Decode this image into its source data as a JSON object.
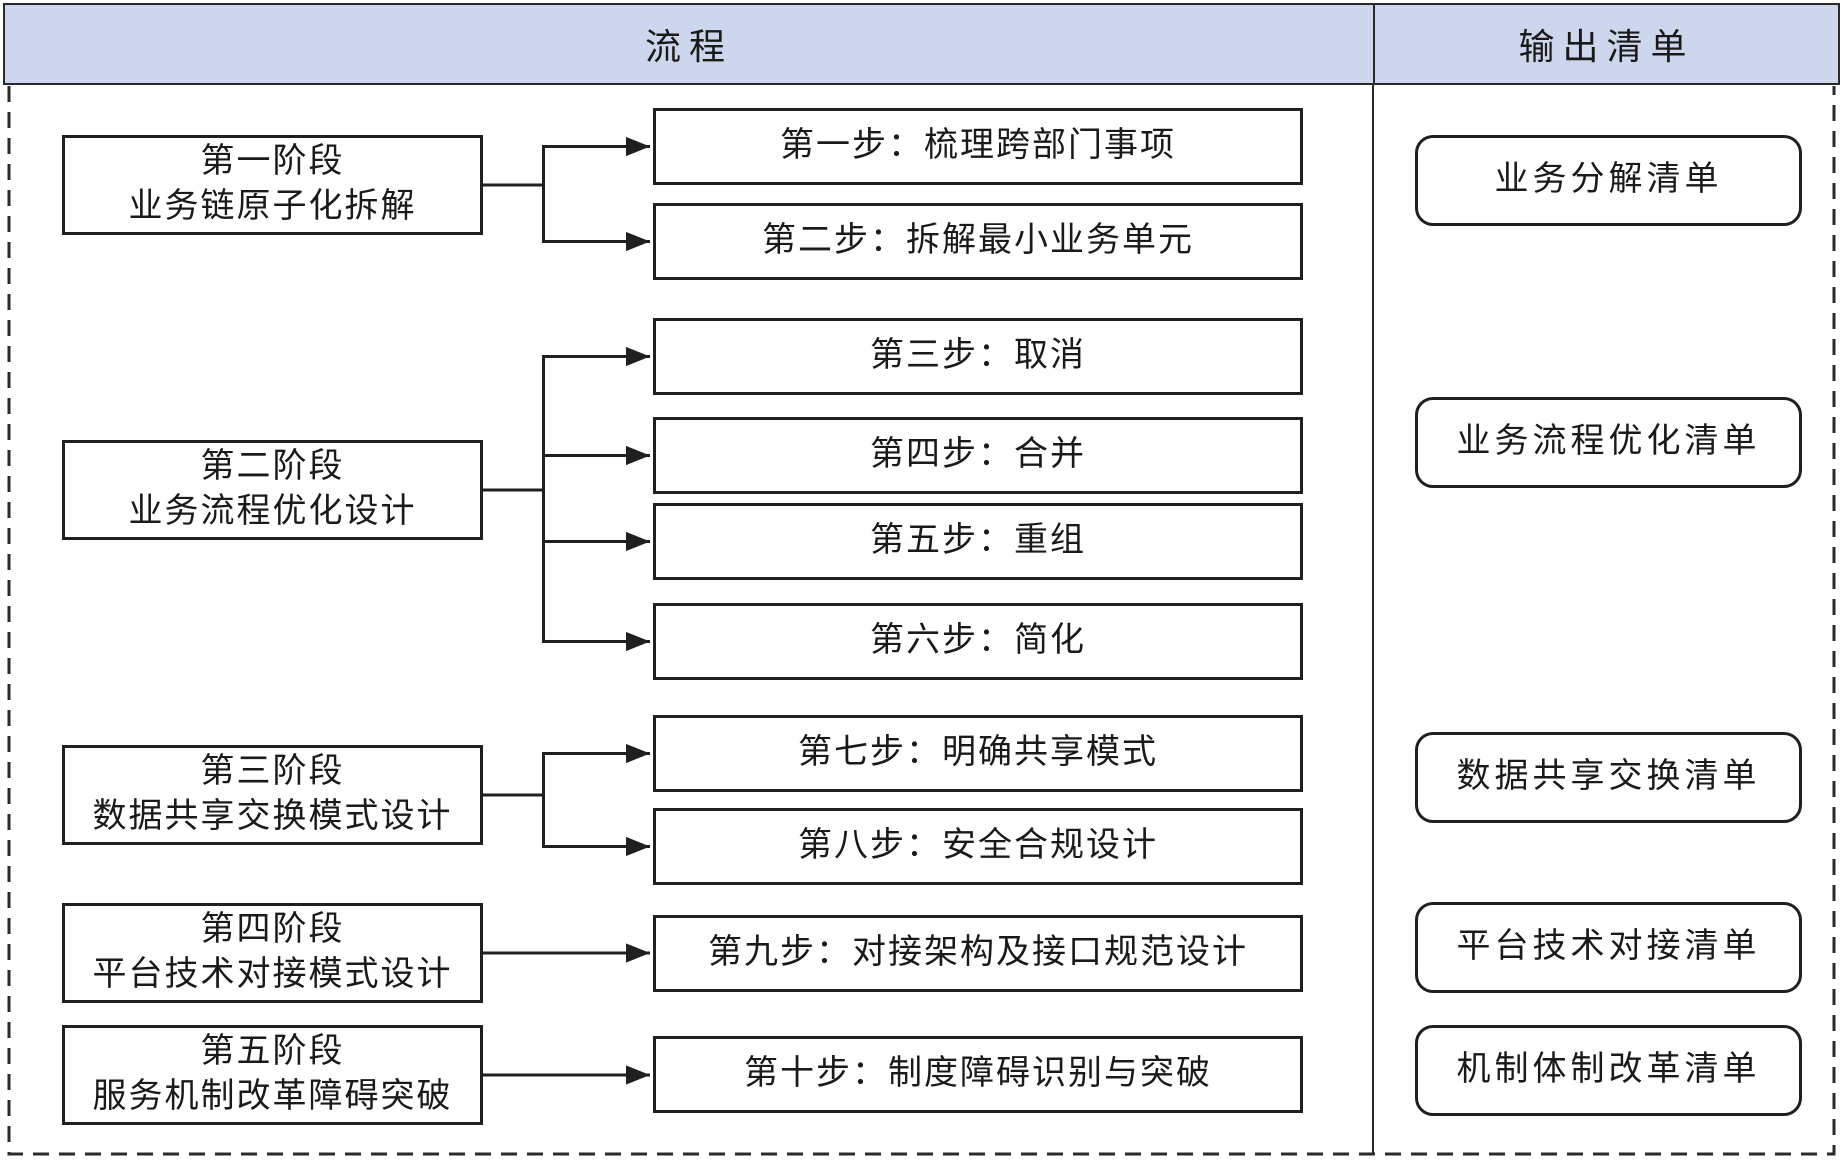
{
  "header": {
    "process_label": "流程",
    "output_label": "输出清单"
  },
  "stages": [
    {
      "line1": "第一阶段",
      "line2": "业务链原子化拆解"
    },
    {
      "line1": "第二阶段",
      "line2": "业务流程优化设计"
    },
    {
      "line1": "第三阶段",
      "line2": "数据共享交换模式设计"
    },
    {
      "line1": "第四阶段",
      "line2": "平台技术对接模式设计"
    },
    {
      "line1": "第五阶段",
      "line2": "服务机制改革障碍突破"
    }
  ],
  "steps": [
    {
      "label": "第一步：梳理跨部门事项"
    },
    {
      "label": "第二步：拆解最小业务单元"
    },
    {
      "label": "第三步：取消"
    },
    {
      "label": "第四步：合并"
    },
    {
      "label": "第五步：重组"
    },
    {
      "label": "第六步：简化"
    },
    {
      "label": "第七步：明确共享模式"
    },
    {
      "label": "第八步：安全合规设计"
    },
    {
      "label": "第九步：对接架构及接口规范设计"
    },
    {
      "label": "第十步：制度障碍识别与突破"
    }
  ],
  "outputs": [
    {
      "label": "业务分解清单"
    },
    {
      "label": "业务流程优化清单"
    },
    {
      "label": "数据共享交换清单"
    },
    {
      "label": "平台技术对接清单"
    },
    {
      "label": "机制体制改革清单"
    }
  ],
  "connections": [
    {
      "stage": "第一阶段",
      "steps": [
        "第一步",
        "第二步"
      ],
      "output": "业务分解清单"
    },
    {
      "stage": "第二阶段",
      "steps": [
        "第三步",
        "第四步",
        "第五步",
        "第六步"
      ],
      "output": "业务流程优化清单"
    },
    {
      "stage": "第三阶段",
      "steps": [
        "第七步",
        "第八步"
      ],
      "output": "数据共享交换清单"
    },
    {
      "stage": "第四阶段",
      "steps": [
        "第九步"
      ],
      "output": "平台技术对接清单"
    },
    {
      "stage": "第五阶段",
      "steps": [
        "第十步"
      ],
      "output": "机制体制改革清单"
    }
  ],
  "colors": {
    "header_bg": "#cdd6ec",
    "line": "#1f1f1f",
    "box_bg": "#ffffff"
  }
}
